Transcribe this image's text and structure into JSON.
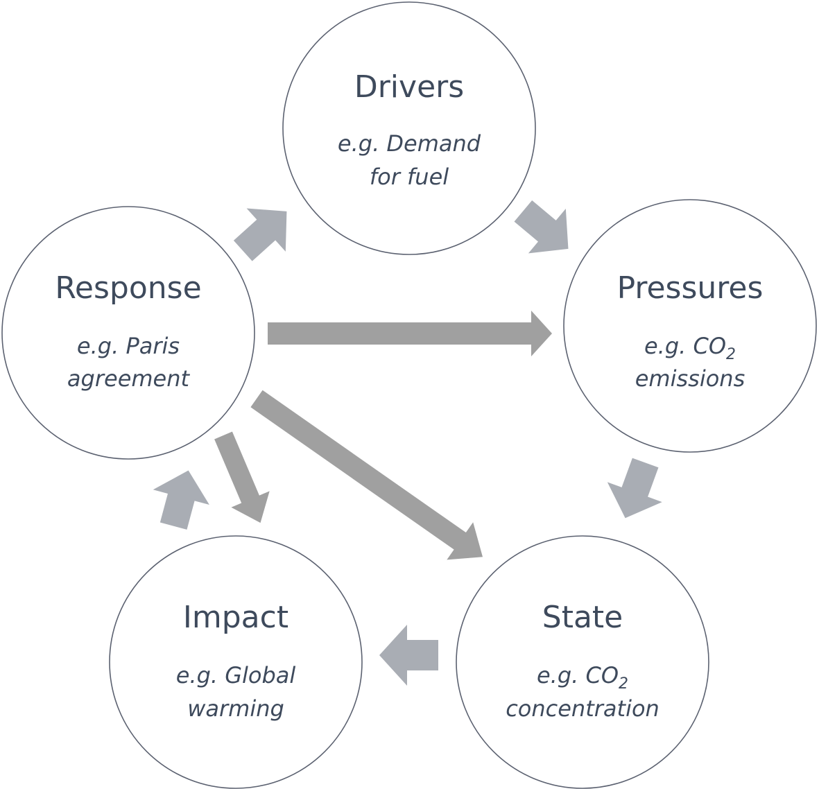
{
  "nodes": {
    "drivers": {
      "title": "Drivers",
      "example_line1": "e.g. Demand",
      "example_line2": "for fuel"
    },
    "pressures": {
      "title": "Pressures",
      "example_line1_prefix": "e.g. CO",
      "example_line1_sub": "2",
      "example_line2": "emissions"
    },
    "state": {
      "title": "State",
      "example_line1_prefix": "e.g. CO",
      "example_line1_sub": "2",
      "example_line2": "concentration"
    },
    "impact": {
      "title": "Impact",
      "example_line1": "e.g. Global",
      "example_line2": "warming"
    },
    "response": {
      "title": "Response",
      "example_line1": "e.g. Paris",
      "example_line2": "agreement"
    }
  },
  "colors": {
    "circle_stroke": "#5b6170",
    "text": "#3e4a5c",
    "cycle_arrow": "#a9adb4",
    "response_arrow": "#a0a0a0"
  }
}
